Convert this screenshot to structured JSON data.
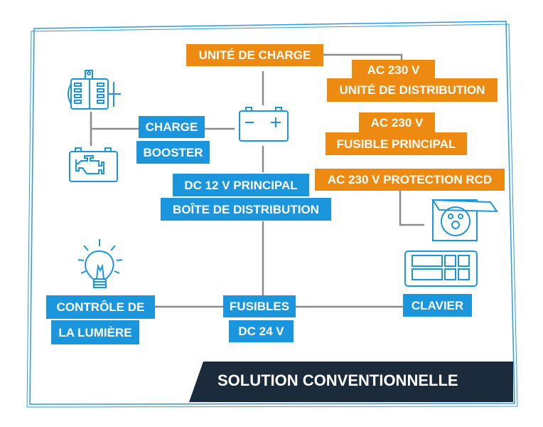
{
  "title": "SOLUTION CONVENTIONNELLE",
  "colors": {
    "orange": "#ec8a12",
    "blue": "#1b95dc",
    "banner": "#1c2b3b",
    "line": "#8a8a8a"
  },
  "orange_labels": {
    "charging_unit": "UNITÉ DE CHARGE",
    "ac_dist_line1": "AC 230 V",
    "ac_dist_line2": "UNITÉ DE DISTRIBUTION",
    "ac_fuse_line1": "AC 230 V",
    "ac_fuse_line2": "FUSIBLE PRINCIPAL",
    "rcd": "AC 230 V PROTECTION RCD"
  },
  "blue_labels": {
    "booster_line1": "CHARGE",
    "booster_line2": "BOOSTER",
    "dc_main_line1": "DC 12 V PRINCIPAL",
    "dc_main_line2": "BOÎTE DE DISTRIBUTION",
    "light_line1": "CONTRÔLE DE",
    "light_line2": "LA LUMIÈRE",
    "fuses_line1": "FUSIBLES",
    "fuses_line2": "DC 24 V",
    "keypad": "CLAVIER"
  },
  "icons": [
    "alternator-icon",
    "engine-icon",
    "battery-icon",
    "light-bulb-icon",
    "socket-icon",
    "keypad-icon"
  ]
}
